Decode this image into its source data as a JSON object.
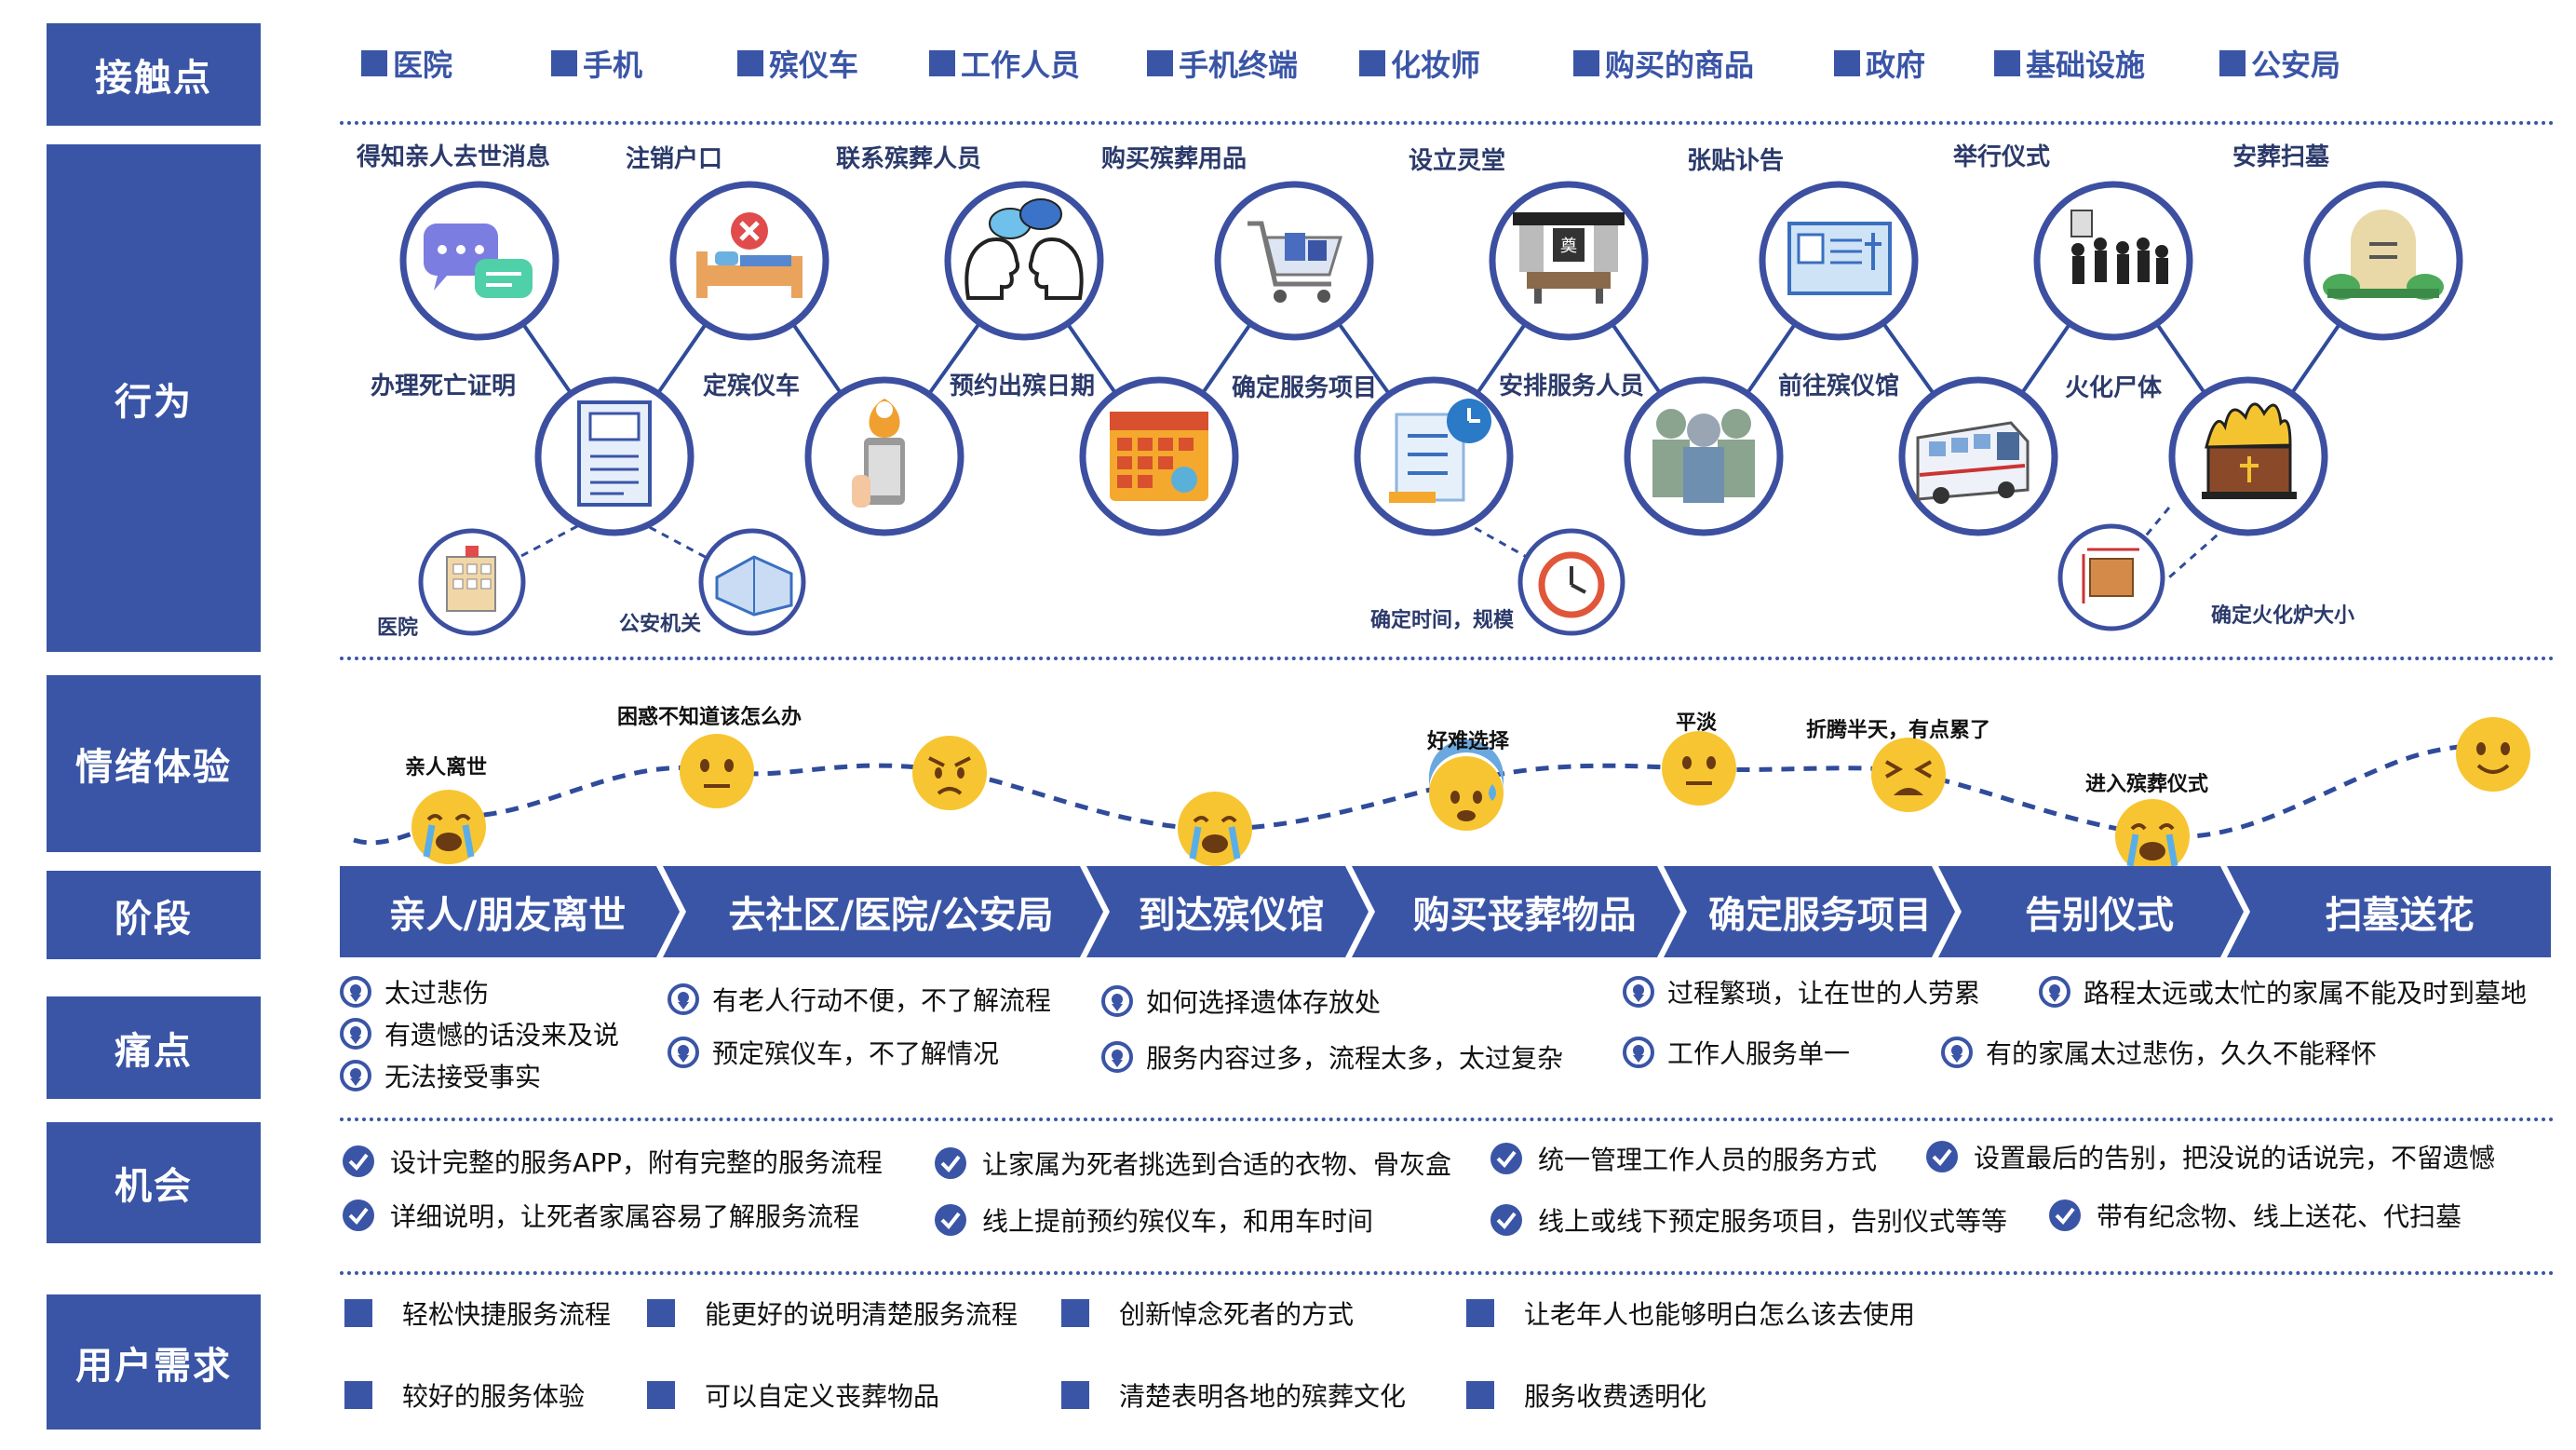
{
  "row_labels": {
    "touchpoints": "接触点",
    "behavior": "行为",
    "emotion": "情绪体验",
    "stage": "阶段",
    "pain": "痛点",
    "opportunity": "机会",
    "needs": "用户需求"
  },
  "touchpoints": [
    "医院",
    "手机",
    "殡仪车",
    "工作人员",
    "手机终端",
    "化妆师",
    "购买的商品",
    "政府",
    "基础设施",
    "公安局"
  ],
  "behaviors_top": [
    "得知亲人去世消息",
    "注销户口",
    "联系殡葬人员",
    "购买殡葬用品",
    "设立灵堂",
    "张贴讣告",
    "举行仪式",
    "安葬扫墓"
  ],
  "behaviors_bottom": [
    "办理死亡证明",
    "定殡仪车",
    "预约出殡日期",
    "确定服务项目",
    "安排服务人员",
    "前往殡仪馆",
    "火化尸体"
  ],
  "behavior_sub": {
    "hospital": "医院",
    "police": "公安机关",
    "time_scale": "确定时间，规模",
    "furnace": "确定火化炉大小"
  },
  "emotions": [
    "亲人离世",
    "困惑不知道该怎么办",
    "好难选择",
    "平淡",
    "折腾半天，有点累了",
    "进入殡葬仪式"
  ],
  "stages": [
    "亲人/朋友离世",
    "去社区/医院/公安局",
    "到达殡仪馆",
    "购买丧葬物品",
    "确定服务项目",
    "告别仪式",
    "扫墓送花"
  ],
  "pain_points": [
    "太过悲伤",
    "有遗憾的话没来及说",
    "无法接受事实",
    "有老人行动不便，不了解流程",
    "预定殡仪车，不了解情况",
    "如何选择遗体存放处",
    "服务内容过多，流程太多，太过复杂",
    "过程繁琐，让在世的人劳累",
    "工作人服务单一",
    "路程太远或太忙的家属不能及时到墓地",
    "有的家属太过悲伤，久久不能释怀"
  ],
  "opportunities": [
    "设计完整的服务APP，附有完整的服务流程",
    "详细说明，让死者家属容易了解服务流程",
    "让家属为死者挑选到合适的衣物、骨灰盒",
    "线上提前预约殡仪车，和用车时间",
    "统一管理工作人员的服务方式",
    "线上或线下预定服务项目，告别仪式等等",
    "设置最后的告别，把没说的话说完，不留遗憾",
    "带有纪念物、线上送花、代扫墓"
  ],
  "needs": [
    "轻松快捷服务流程",
    "能更好的说明清楚服务流程",
    "创新悼念死者的方式",
    "让老年人也能够明白怎么该去使用",
    "较好的服务体验",
    "可以自定义丧葬物品",
    "清楚表明各地的殡葬文化",
    "服务收费透明化"
  ],
  "icons": {
    "top": [
      "chat-bubbles-icon",
      "cancel-bed-icon",
      "two-heads-talk-icon",
      "shopping-cart-icon",
      "memorial-hall-icon",
      "notice-board-icon",
      "ceremony-people-icon",
      "tombstone-icon"
    ],
    "bottom": [
      "certificate-icon",
      "hearse-booking-phone-icon",
      "calendar-icon",
      "checklist-clock-icon",
      "staff-group-icon",
      "hearse-bus-icon",
      "cremation-fire-icon"
    ],
    "sub": [
      "hospital-building-icon",
      "police-office-icon",
      "alarm-clock-icon",
      "furnace-size-icon"
    ]
  },
  "colors": {
    "accent": "#3a55a6",
    "stage_bar": "#3a55a6",
    "emoji_yellow": "#f7c531",
    "circle_border": "#3c4fa0"
  }
}
